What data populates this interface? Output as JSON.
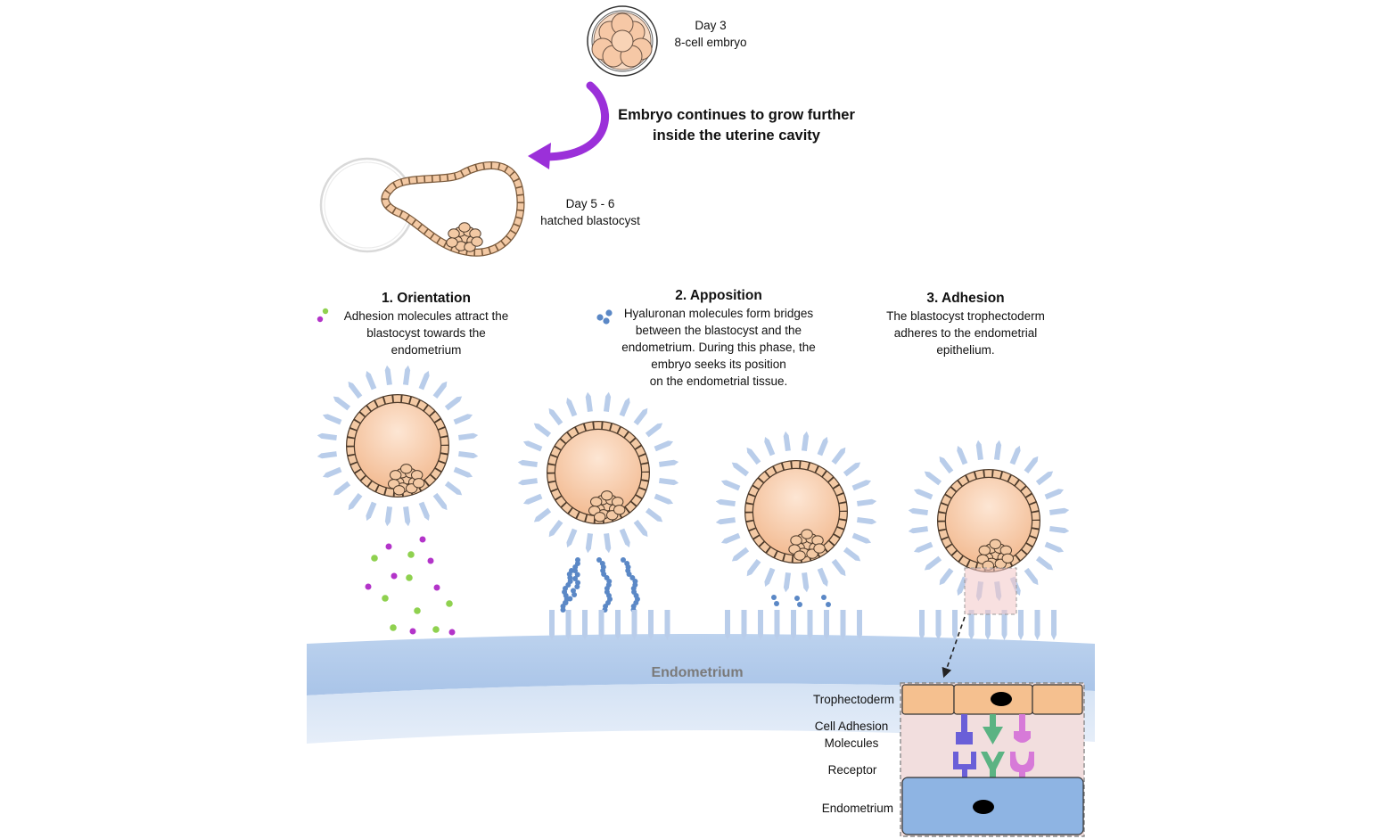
{
  "top": {
    "day3": "Day 3",
    "eight_cell": "8-cell embryo",
    "growth_text": "Embryo continues to grow further\ninside the uterine cavity",
    "day56": "Day 5 - 6",
    "hatched": "hatched blastocyst"
  },
  "steps": [
    {
      "title": "1. Orientation",
      "desc": "Adhesion molecules attract the\nblastocyst towards the\nendometrium"
    },
    {
      "title": "2. Apposition",
      "desc": "Hyaluronan molecules form bridges\nbetween the blastocyst and the\nendometrium. During this phase, the\nembryo seeks its position\non the endometrial tissue."
    },
    {
      "title": "3. Adhesion",
      "desc": "The blastocyst trophectoderm\nadheres to the endometrial\nepithelium."
    }
  ],
  "endometrium_label": "Endometrium",
  "inset": {
    "trophectoderm": "Trophectoderm",
    "cam": "Cell Adhesion\nMolecules",
    "receptor": "Receptor",
    "endometrium": "Endometrium"
  },
  "colors": {
    "arrow_purple": "#9b30d9",
    "cell_fill": "#f3c9a4",
    "cell_stroke": "#7a5a3c",
    "spike_blue": "#b9cdea",
    "hyaluronan": "#5b88c6",
    "green_molecule": "#8fd14f",
    "magenta_molecule": "#b334c9",
    "endometrium_blue": "#b8d0ec",
    "inset_pink": "#f2dede",
    "trophectoderm_orange": "#f5c08f",
    "endometrial_cell": "#8eb4e3"
  }
}
